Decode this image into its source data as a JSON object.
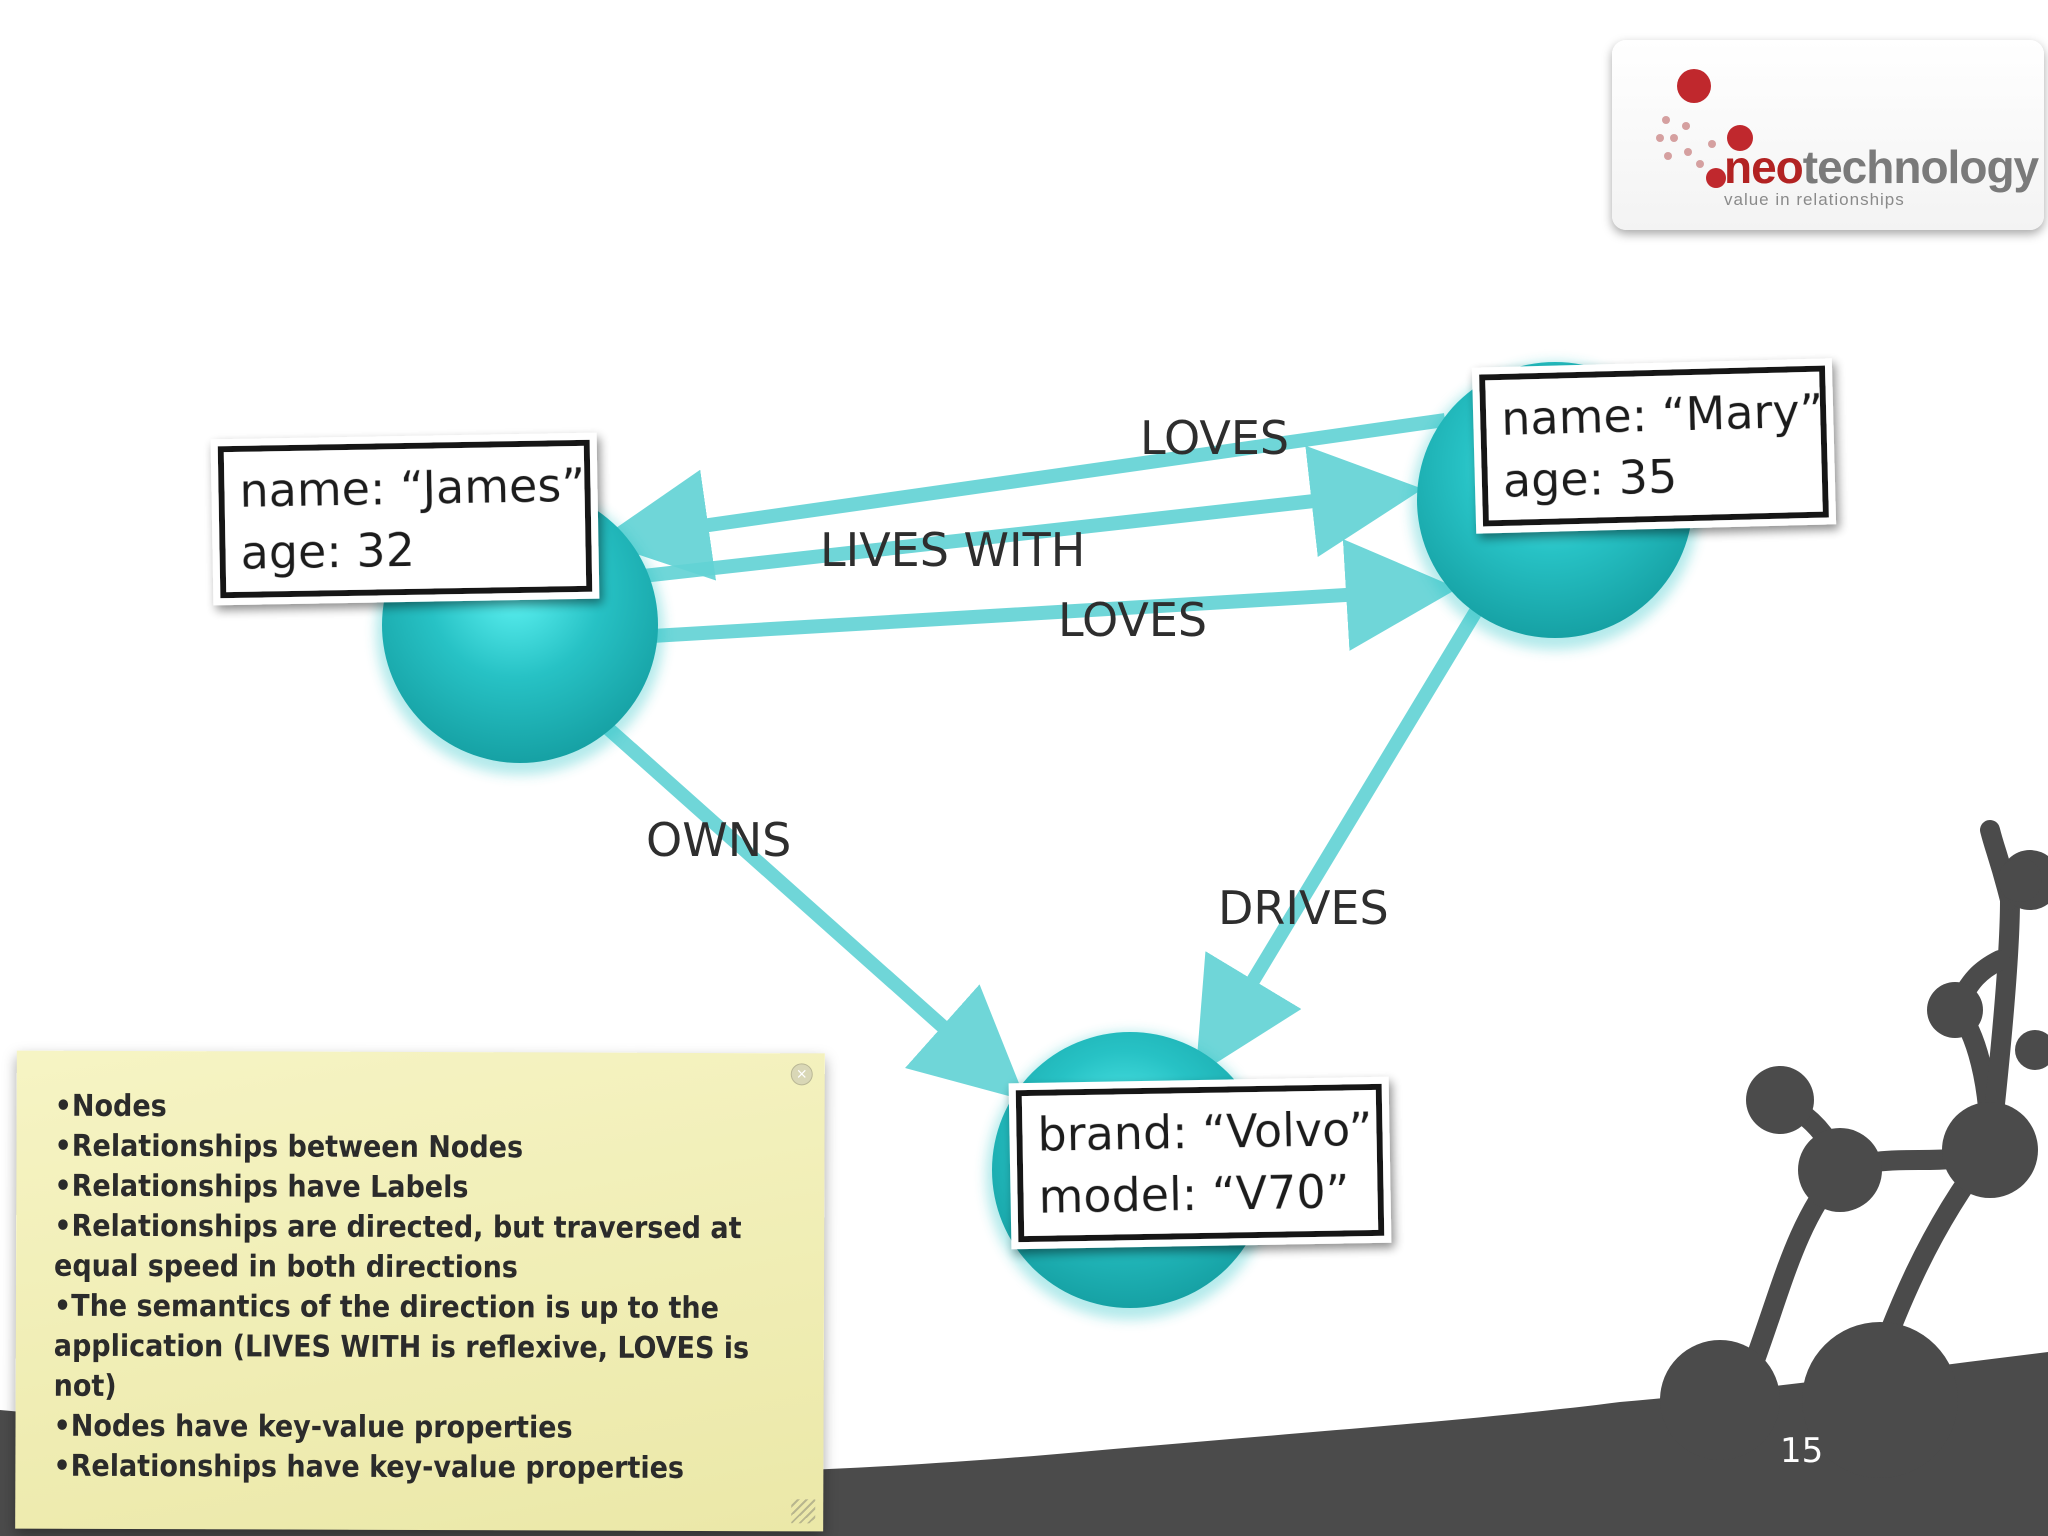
{
  "logo": {
    "brand_a": "neo",
    "brand_b": "technology",
    "tagline": "value in relationships"
  },
  "diagram": {
    "nodes": [
      {
        "id": "james",
        "lines": [
          "name: “James”",
          "age: 32"
        ]
      },
      {
        "id": "mary",
        "lines": [
          "name: “Mary”",
          "age: 35"
        ]
      },
      {
        "id": "volvo",
        "lines": [
          "brand: “Volvo”",
          "model: “V70”"
        ]
      }
    ],
    "edges": [
      {
        "from": "mary",
        "to": "james",
        "label": "LOVES"
      },
      {
        "from": "james",
        "to": "mary",
        "label": "LIVES WITH"
      },
      {
        "from": "james",
        "to": "mary",
        "label": "LOVES"
      },
      {
        "from": "james",
        "to": "volvo",
        "label": "OWNS"
      },
      {
        "from": "mary",
        "to": "volvo",
        "label": "DRIVES"
      }
    ]
  },
  "note": {
    "items": [
      "Nodes",
      "Relationships between Nodes",
      "Relationships have Labels",
      "Relationships are directed, but traversed at equal speed in both directions",
      "The semantics of the direction is up to the application (LIVES WITH is reflexive, LOVES is not)",
      "Nodes have key-value properties",
      "Relationships have key-value properties"
    ]
  },
  "page_number": "15",
  "colors": {
    "node": "#25c3c6",
    "edge": "#63d3d5",
    "ground": "#4b4b4b",
    "note": "#f2f0bb",
    "brand_red": "#b22222"
  }
}
